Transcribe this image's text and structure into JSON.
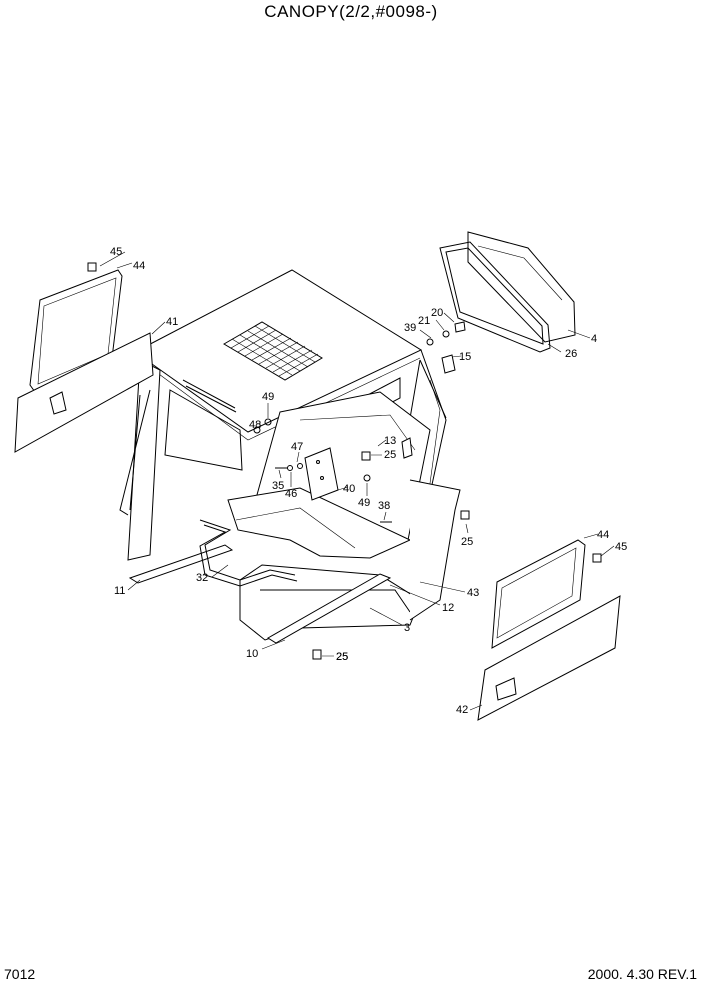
{
  "title": "CANOPY(2/2,#0098-)",
  "page_code": "7012",
  "revision": "2000. 4.30 REV.1",
  "part_labels": [
    "45",
    "44",
    "41",
    "49",
    "48",
    "47",
    "35",
    "46",
    "40",
    "49",
    "38",
    "25",
    "13",
    "25",
    "39",
    "21",
    "20",
    "15",
    "26",
    "4",
    "44",
    "45",
    "25",
    "43",
    "12",
    "3",
    "10",
    "25",
    "11",
    "32",
    "42"
  ]
}
